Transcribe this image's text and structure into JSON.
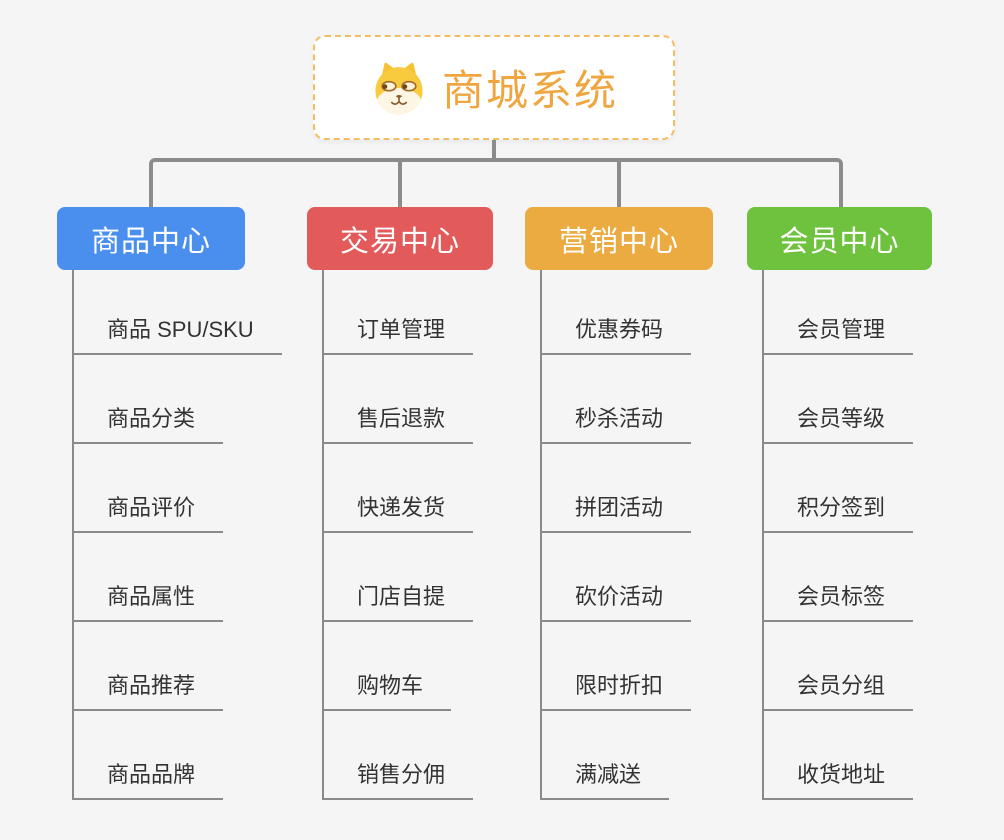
{
  "root": {
    "title": "商城系统",
    "icon": "doge-icon"
  },
  "branches": [
    {
      "label": "商品中心",
      "color": "#4a8fee",
      "items": [
        "商品 SPU/SKU",
        "商品分类",
        "商品评价",
        "商品属性",
        "商品推荐",
        "商品品牌"
      ]
    },
    {
      "label": "交易中心",
      "color": "#e25a5a",
      "items": [
        "订单管理",
        "售后退款",
        "快递发货",
        "门店自提",
        "购物车",
        "销售分佣"
      ]
    },
    {
      "label": "营销中心",
      "color": "#ecab40",
      "items": [
        "优惠券码",
        "秒杀活动",
        "拼团活动",
        "砍价活动",
        "限时折扣",
        "满减送"
      ]
    },
    {
      "label": "会员中心",
      "color": "#6ec23d",
      "items": [
        "会员管理",
        "会员等级",
        "积分签到",
        "会员标签",
        "会员分组",
        "收货地址"
      ]
    }
  ],
  "colors": {
    "background": "#f5f5f6",
    "connector": "#8c8c8c",
    "leaf_line": "#8a8a8a",
    "leaf_text": "#333333",
    "root_accent": "#efa640",
    "root_border": "#f5bd63"
  }
}
